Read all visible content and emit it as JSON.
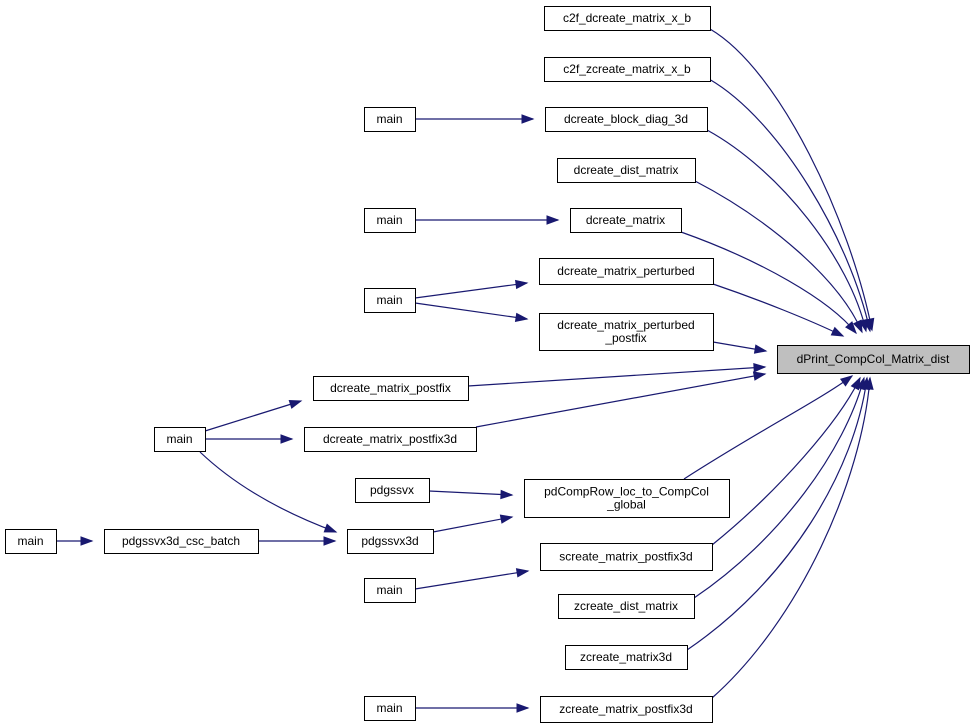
{
  "graph": {
    "nodes": {
      "root": [
        "dPrint_CompCol_Matrix_dist"
      ],
      "c2f_d": [
        "c2f_dcreate_matrix_x_b"
      ],
      "c2f_z": [
        "c2f_zcreate_matrix_x_b"
      ],
      "block3d": [
        "dcreate_block_diag_3d"
      ],
      "main_block": [
        "main"
      ],
      "dist": [
        "dcreate_dist_matrix"
      ],
      "dmatrix": [
        "dcreate_matrix"
      ],
      "main_dmatrix": [
        "main"
      ],
      "perturbed": [
        "dcreate_matrix_perturbed"
      ],
      "main_pert": [
        "main"
      ],
      "pert_postfix": [
        "dcreate_matrix_perturbed",
        "_postfix"
      ],
      "postfix": [
        "dcreate_matrix_postfix"
      ],
      "main_postfix": [
        "main"
      ],
      "postfix3d": [
        "dcreate_matrix_postfix3d"
      ],
      "pdgssvx": [
        "pdgssvx"
      ],
      "pdcomprow": [
        "pdCompRow_loc_to_CompCol",
        "_global"
      ],
      "main_batch": [
        "main"
      ],
      "batch": [
        "pdgssvx3d_csc_batch"
      ],
      "pdgssvx3d": [
        "pdgssvx3d"
      ],
      "s_postfix3d": [
        "screate_matrix_postfix3d"
      ],
      "main_s": [
        "main"
      ],
      "zdist": [
        "zcreate_dist_matrix"
      ],
      "z3d": [
        "zcreate_matrix3d"
      ],
      "main_z": [
        "main"
      ],
      "z_postfix3d": [
        "zcreate_matrix_postfix3d"
      ]
    }
  }
}
